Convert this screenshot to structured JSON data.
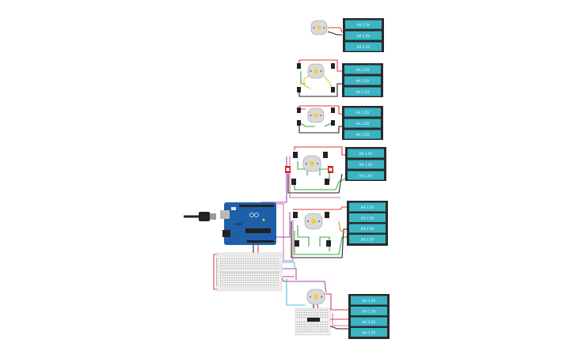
{
  "canvas": {
    "background": "#ffffff"
  },
  "colors": {
    "arduino": "#1f5fa8",
    "arduino_dark": "#174a86",
    "battery_cell": "#3bb4c4",
    "battery_case": "#2a2a2a",
    "wire_red": "#e23b3b",
    "wire_black": "#222222",
    "wire_green": "#3aa84a",
    "wire_yellow": "#e6c62a",
    "wire_purple": "#a24db0",
    "wire_cyan": "#4fc3d6",
    "wire_pink": "#d86fa8",
    "wire_orange": "#e0882a",
    "motor_body": "#d9d9d9",
    "motor_axle": "#f1cf3a",
    "breadboard": "#eeeeee",
    "button_red": "#d22020"
  },
  "components": {
    "microcontroller": {
      "name": "arduino-uno",
      "icon": "arduino-board-icon"
    },
    "usb_cable": {
      "icon": "usb-cable-icon"
    },
    "breadboards": [
      {
        "name": "breadboard-main",
        "icon": "breadboard-icon"
      },
      {
        "name": "breadboard-small",
        "icon": "breadboard-icon"
      }
    ],
    "motors": [
      {
        "name": "dc-motor-1",
        "icon": "dc-motor-icon"
      },
      {
        "name": "dc-motor-2",
        "icon": "dc-motor-icon"
      },
      {
        "name": "dc-motor-3",
        "icon": "dc-motor-icon"
      },
      {
        "name": "dc-motor-4",
        "icon": "dc-motor-icon"
      },
      {
        "name": "dc-motor-5",
        "icon": "dc-motor-icon"
      },
      {
        "name": "dc-motor-6",
        "icon": "dc-motor-icon"
      }
    ],
    "battery_packs": [
      {
        "name": "battery-pack-1",
        "cells": [
          "AA 1.5V",
          "AA 1.5V",
          "AA 1.5V"
        ]
      },
      {
        "name": "battery-pack-2",
        "cells": [
          "AA 1.5V",
          "AA 1.5V",
          "AA 1.5V"
        ]
      },
      {
        "name": "battery-pack-3",
        "cells": [
          "AA 1.5V",
          "AA 1.5V",
          "AA 1.5V"
        ]
      },
      {
        "name": "battery-pack-4",
        "cells": [
          "AA 1.5V",
          "AA 1.5V",
          "AA 1.5V"
        ]
      },
      {
        "name": "battery-pack-5",
        "cells": [
          "AA 1.5V",
          "AA 1.5V",
          "AA 1.5V",
          "AA 1.5V"
        ]
      },
      {
        "name": "battery-pack-6",
        "cells": [
          "AA 1.5V",
          "AA 1.5V",
          "AA 1.5V",
          "AA 1.5V"
        ]
      }
    ]
  }
}
